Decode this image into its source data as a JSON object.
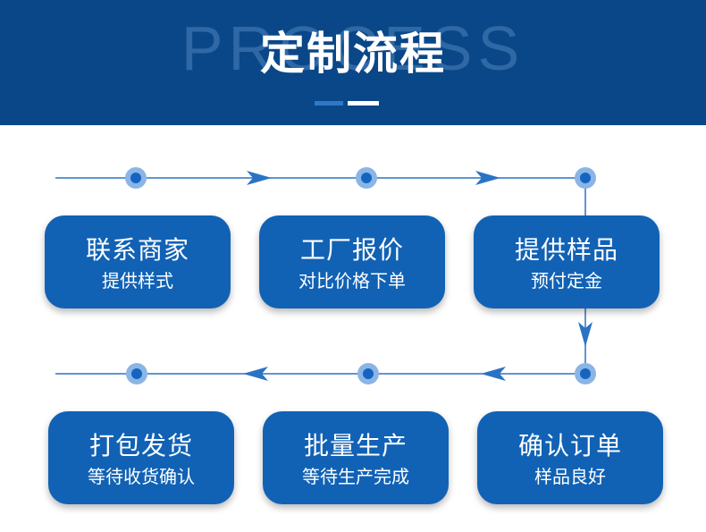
{
  "header": {
    "background_word": "PROCESS",
    "title": "定制流程"
  },
  "colors": {
    "header_bg": "#0a4788",
    "card_bg": "#1162b5",
    "line": "#2a73c4",
    "node_halo": "#8ab5e6",
    "node_core": "#1565c0"
  },
  "steps": [
    {
      "title": "联系商家",
      "subtitle": "提供样式"
    },
    {
      "title": "工厂报价",
      "subtitle": "对比价格下单"
    },
    {
      "title": "提供样品",
      "subtitle": "预付定金"
    },
    {
      "title": "确认订单",
      "subtitle": "样品良好"
    },
    {
      "title": "批量生产",
      "subtitle": "等待生产完成"
    },
    {
      "title": "打包发货",
      "subtitle": "等待收货确认"
    }
  ]
}
